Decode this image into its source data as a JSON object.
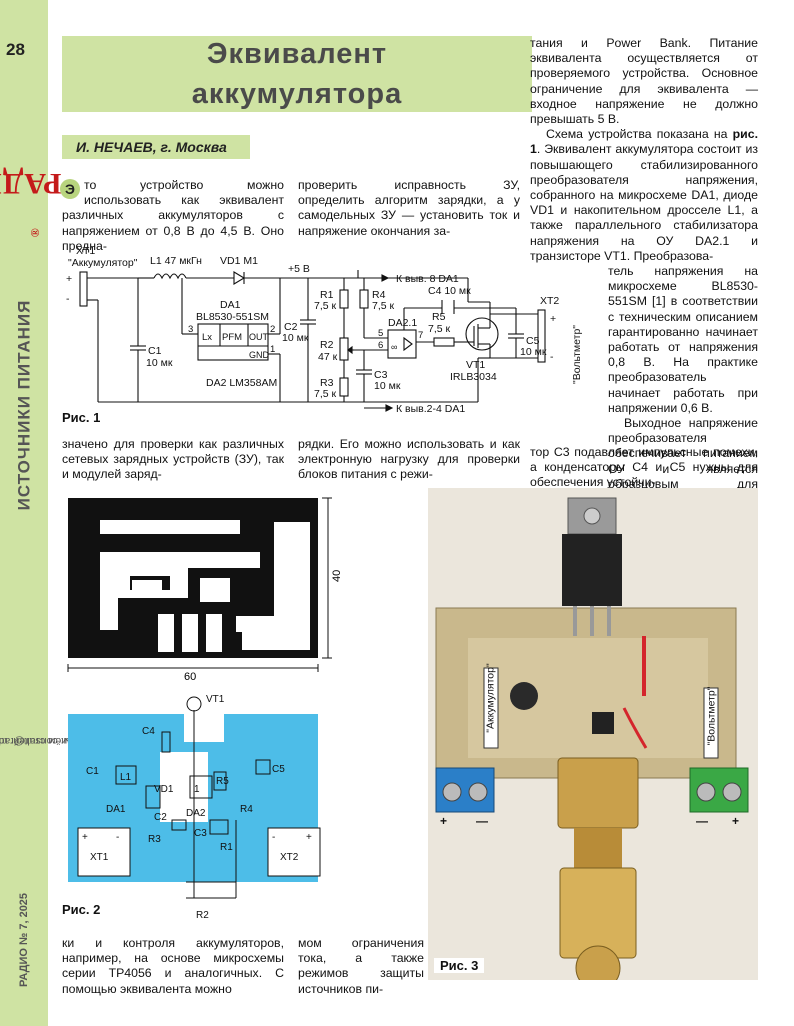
{
  "page_number": "28",
  "magazine": "РАДИО",
  "registered_mark": "®",
  "rubric": "ИСТОЧНИКИ ПИТАНИЯ",
  "contacts": {
    "line1": "Приём статей: mail@radio.ru",
    "line2": "Вопросы: consult@radio.ru"
  },
  "issue": "РАДИО № 7, 2025",
  "article": {
    "title_line1": "Эквивалент",
    "title_line2": "аккумулятора",
    "author": "И. НЕЧАЕВ, г. Москва"
  },
  "text": {
    "dropcap": "Э",
    "col1_top": "то устройство можно использовать как эквивалент различных аккумуляторов с напряжением от 0,8 В до 4,5 В. Оно предна-",
    "col2_top": "проверить исправность ЗУ, определить алгоритм зарядки, а у самодельных ЗУ — установить ток и напряжение окончания за-",
    "col3_top_1": "тания и Power Bank. Питание эквивалента осуществляется от проверяемого устройства. Основное ограничение для эквивалента — входное напряжение не должно превышать 5 В.",
    "col3_top_2a": "Схема устройства показана на ",
    "col3_top_2b": "рис. 1",
    "col3_top_2c": ". Эквивалент аккумулятора состоит из повышающего стабилизированного преобразователя напряжения, собранного на микросхеме DA1, диоде VD1 и накопительном дросселе L1, а также параллельного стабилизатора напряжения на ОУ DA2.1 и транзисторе VT1. Преобразова-",
    "col3_side_1": "тель напряжения на микросхеме BL8530-551SM [1] в соответствии с техническим описанием гарантированно начинает работать от напряжения 0,8 В. На практике преобразователь начинает работать при напряжении 0,6 В.",
    "col3_side_2": "Выходное напряжение преобразователя обеспечивает питанием ОУ и является образцовым для стабилизатора напряжения. Конденса-",
    "col3_below": "тор С3 подавляет импульсные помехи, а конденсаторы С4 и С5 нужны для обеспечения устойчи-",
    "col1_mid": "значено для проверки как различных сетевых зарядных устройств (ЗУ), так и модулей заряд-",
    "col2_mid": "рядки. Его можно использовать и как электронную нагрузку для проверки блоков питания с режи-",
    "col1_bottom": "ки и контроля аккумуляторов, например, на основе микросхемы серии TP4056 и аналогичных. С помощью эквивалента можно",
    "col2_bottom": "мом ограничения тока, а также режимов защиты источников пи-"
  },
  "fig1": {
    "label": "Рис. 1",
    "xt1": "XT1",
    "xt1_name": "\"Аккумулятор\"",
    "plus": "+",
    "minus": "-",
    "l1": "L1  47 мкГн",
    "vd1": "VD1  М1",
    "plus5v": "+5 В",
    "to_pin8": "К выв. 8 DA1",
    "da1": "DA1",
    "da1_part": "BL8530-551SM",
    "lx": "Lx",
    "pfm": "PFM",
    "out": "OUT",
    "gnd": "GND",
    "pin3": "3",
    "pin2": "2",
    "pin1": "1",
    "c1": "C1",
    "c1_val": "10 мк",
    "c2": "C2",
    "c2_val": "10 мк",
    "r1": "R1",
    "r1_val": "7,5 к",
    "r4": "R4",
    "r4_val": "7,5 к",
    "r2": "R2",
    "r2_val": "47 к",
    "r3": "R3",
    "r3_val": "7,5 к",
    "da21": "DA2.1",
    "opamp_sym": "∞",
    "pin5": "5",
    "pin6": "6",
    "pin7": "7",
    "r5": "R5",
    "r5_val": "7,5 к",
    "c3": "C3",
    "c3_val": "10 мк",
    "c4": "C4  10 мк",
    "vt1": "VT1",
    "vt1_part": "IRLB3034",
    "c5": "C5",
    "c5_val": "10 мк",
    "xt2": "XT2",
    "xt2_name": "\"Вольтметр\"",
    "da2": "DA2  LM358AM",
    "to_pins": "К выв.2-4 DA1"
  },
  "fig2": {
    "label": "Рис. 2",
    "dim_width": "60",
    "dim_height": "40",
    "vt1": "VT1",
    "c4": "C4",
    "c1": "C1",
    "l1": "L1",
    "vd1": "VD1",
    "da1": "DA1",
    "c2": "C2",
    "r3": "R3",
    "c3": "C3",
    "r5": "R5",
    "r4": "R4",
    "c5": "C5",
    "da2": "DA2",
    "r1": "R1",
    "r2": "R2",
    "xt1": "XT1",
    "xt2": "XT2",
    "pin1": "1",
    "plus": "+",
    "minus": "-"
  },
  "fig3": {
    "label": "Рис. 3",
    "left_label": "\"Аккумулятор\"",
    "right_label": "\"Вольтметр\"",
    "plus": "+",
    "minus": "—"
  }
}
